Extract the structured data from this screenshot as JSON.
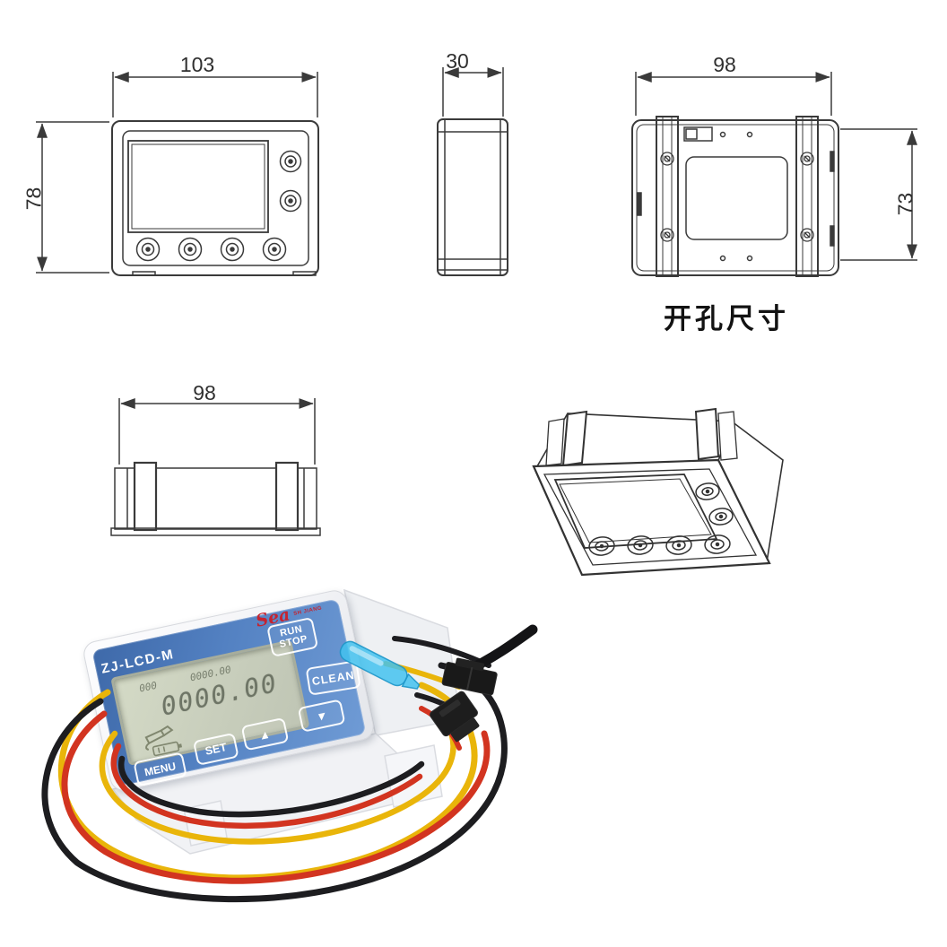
{
  "colors": {
    "line": "#3a3a3a",
    "panel_blue": "#4e7dbd",
    "lcd_green": "#ccd2bf",
    "lcd_digit": "#79806f",
    "wire_red": "#d23420",
    "wire_yellow": "#e9b50a",
    "wire_black": "#1d1d20",
    "clip_blue": "#43c2ef",
    "logo_red": "#c42430",
    "case_white": "#f2f3f6"
  },
  "drawings": {
    "front_view": {
      "width_dim": "103",
      "height_dim": "78"
    },
    "side_view": {
      "depth_dim": "30"
    },
    "back_view": {
      "width_dim": "98",
      "height_dim": "73",
      "caption": "开孔尺寸"
    },
    "top_view": {
      "width_dim": "98"
    }
  },
  "photo": {
    "model_label": "ZJ-LCD-M",
    "logo": {
      "text": "Sea",
      "subtext": "SH JIANG"
    },
    "buttons": {
      "run": "RUN",
      "stop": "STOP",
      "clean": "CLEAN",
      "set": "SET",
      "menu": "MENU"
    },
    "icons": {
      "up_button_glyph": "▲",
      "down_button_glyph": "▼"
    },
    "lcd": {
      "small_left": "000",
      "small_right": "0000.00",
      "main": "0000.00"
    }
  }
}
